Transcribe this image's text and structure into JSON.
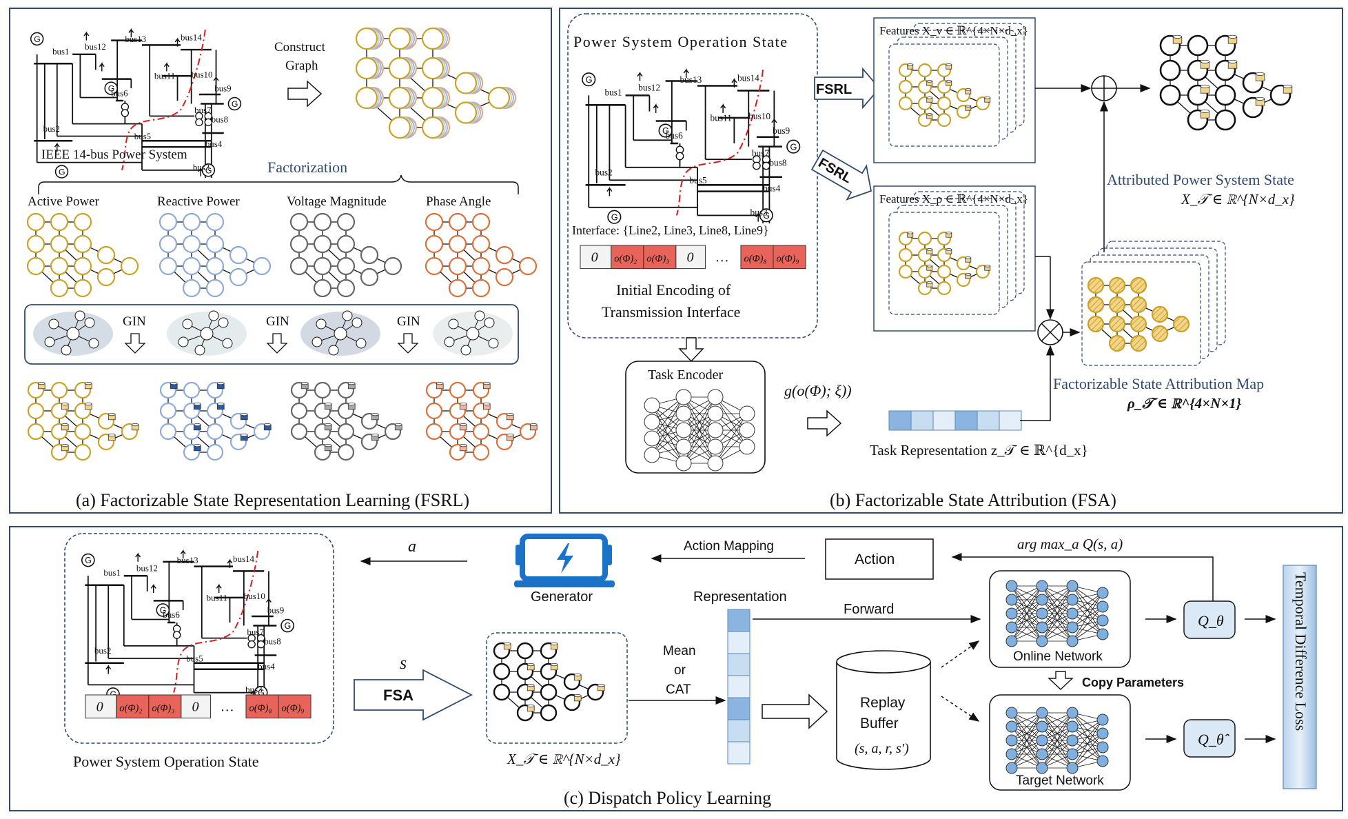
{
  "panel_a": {
    "ieee_caption": "IEEE 14-bus Power System",
    "construct_graph": [
      "Construct",
      "Graph"
    ],
    "factorization": "Factorization",
    "factors": [
      "Active Power",
      "Reactive Power",
      "Voltage Magnitude",
      "Phase Angle"
    ],
    "gin": [
      "GIN",
      "GIN",
      "GIN"
    ],
    "caption": "(a) Factorizable State Representation Learning (FSRL)"
  },
  "bus_labels": [
    "bus1",
    "bus2",
    "bus3",
    "bus4",
    "bus5",
    "bus6",
    "bus7",
    "bus8",
    "bus9",
    "bus10",
    "bus11",
    "bus12",
    "bus13",
    "bus14"
  ],
  "panel_b": {
    "op_state_title": "Power System Operation State",
    "interface": "Interface: {Line2, Line3, Line8, Line9}",
    "encoding_cells": [
      "0",
      "o(Φ)₂",
      "o(Φ)₃",
      "0",
      "…",
      "o(Φ)₈",
      "o(Φ)₉"
    ],
    "initial_encoding": [
      "Initial Encoding of",
      "Transmission Interface"
    ],
    "fsrl_label": "FSRL",
    "features_v": "Features X_v ∈ ℝ^{4×N×d_x}",
    "features_rho": "Features X_ρ ∈ ℝ^{4×N×d_x}",
    "task_encoder": "Task Encoder",
    "g_func": "g(o(Φ); ξ))",
    "task_rep": "Task Representation z_𝒯 ∈ ℝ^{d_x}",
    "attributed_title": "Attributed Power System State",
    "attributed_formula": "X_𝒯 ∈ ℝ^{N×d_x}",
    "attr_map_title": "Factorizable State Attribution Map",
    "attr_map_formula": "ρ_𝒯 ∈ ℝ^{4×N×1}",
    "caption": "(b) Factorizable State Attribution (FSA)"
  },
  "panel_c": {
    "op_state_caption": "Power System Operation State",
    "a_label": "a",
    "s_label": "s",
    "generator": "Generator",
    "action_mapping": "Action Mapping",
    "action": "Action",
    "argmax": "arg max_a Q(s, a)",
    "representation": "Representation",
    "forward": "Forward",
    "mean_or_cat": [
      "Mean",
      "or",
      "CAT"
    ],
    "fsa_label": "FSA",
    "xt_formula": "X_𝒯 ∈ ℝ^{N×d_x}",
    "replay_buffer": [
      "Replay",
      "Buffer",
      "(s, a, r, s')"
    ],
    "online_network": "Online Network",
    "target_network": "Target Network",
    "copy_parameters": "Copy Parameters",
    "q_theta": "Q_θ",
    "q_theta_hat": "Q_θ̂",
    "td_loss": "Temporal Difference Loss",
    "caption": "(c) Dispatch Policy Learning"
  },
  "colors": {
    "gold": "#c9a227",
    "blue": "#8eaad8",
    "gray": "#666666",
    "orange": "#d9703a",
    "panel_border": "#2f4a6e",
    "red_cell": "#e8635a",
    "task_blue": "#8bb5e0",
    "red_dash": "#d62020"
  },
  "icons": [
    "generator-icon",
    "laptop-bolt-icon",
    "circle-plus-icon",
    "circle-times-icon"
  ]
}
